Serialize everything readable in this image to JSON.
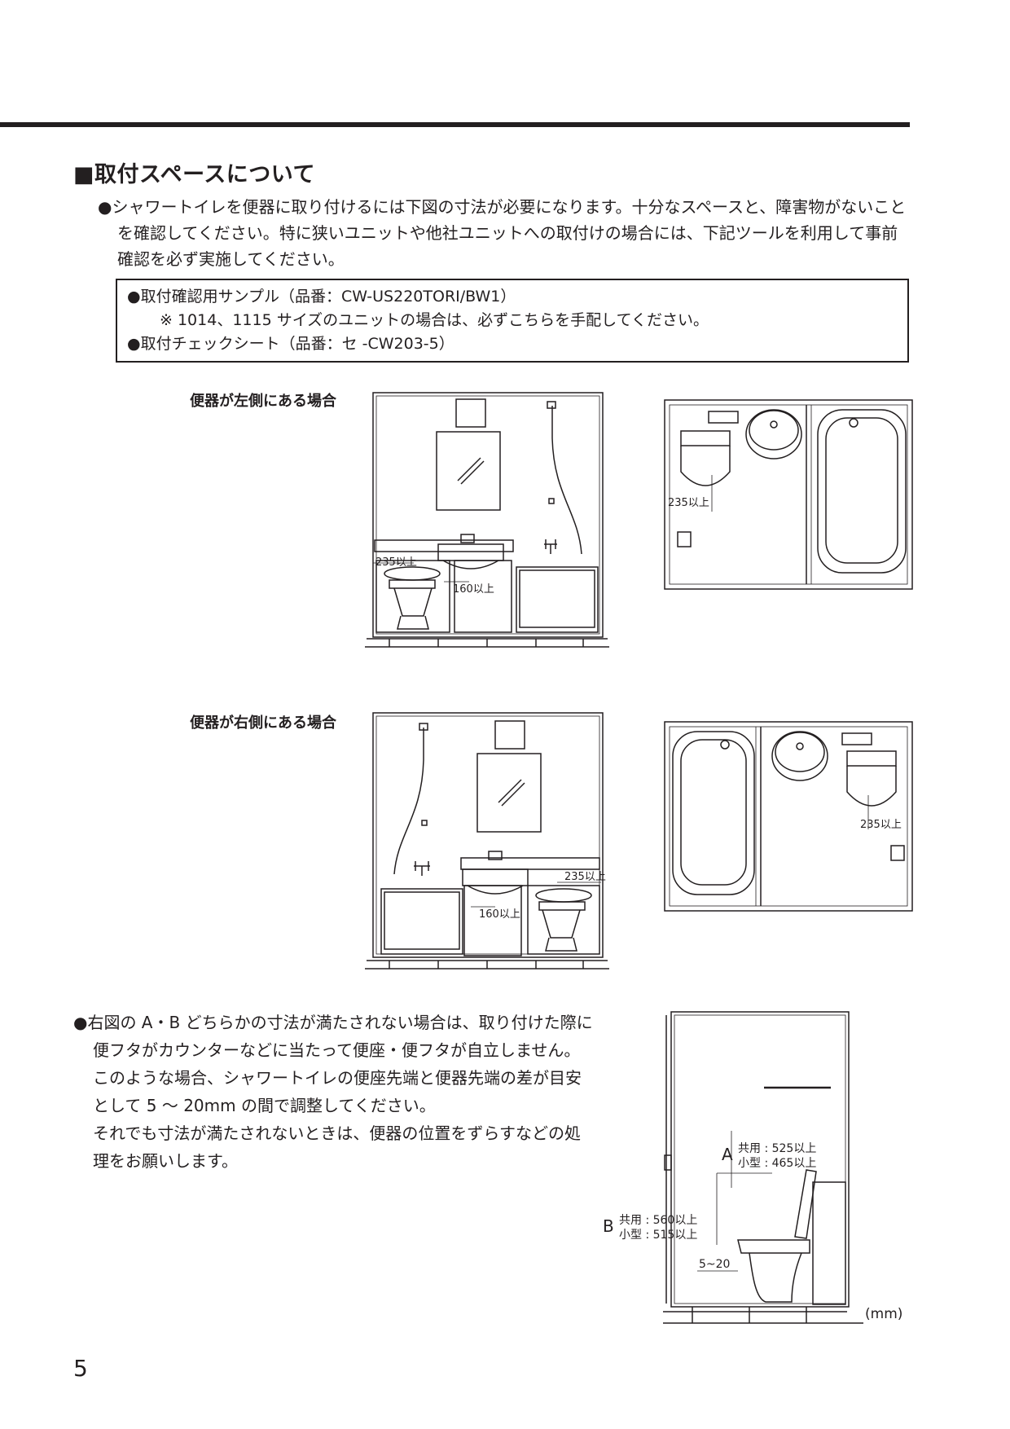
{
  "heading": "■取付スペースについて",
  "intro": {
    "bullet": "●",
    "text": "シャワートイレを便器に取り付けるには下図の寸法が必要になります。十分なスペースと、障害物がないことを確認してください。特に狭いユニットや他社ユニットへの取付けの場合には、下記ツールを利用して事前確認を必ず実施してください。"
  },
  "box": {
    "line1": "●取付確認用サンプル（品番：CW-US220TORI/BW1）",
    "line2": "※ 1014、1115 サイズのユニットの場合は、必ずこちらを手配してください。",
    "line3": "●取付チェックシート（品番：セ -CW203-5）"
  },
  "case_left": {
    "label": "便器が左側にある場合",
    "dim_235": "235以上",
    "dim_160": "160以上",
    "plan_235": "235以上"
  },
  "case_right": {
    "label": "便器が右側にある場合",
    "dim_235": "235以上",
    "dim_160": "160以上",
    "plan_235": "235以上"
  },
  "note": {
    "bullet": "●",
    "para1": "右図の A・B どちらかの寸法が満たされない場合は、取り付けた際に便フタがカウンターなどに当たって便座・便フタが自立しません。",
    "para2": "このような場合、シャワートイレの便座先端と便器先端の差が目安として 5 〜 20mm の間で調整してください。",
    "para3": "それでも寸法が満たされないときは、便器の位置をずらすなどの処理をお願いします。"
  },
  "side": {
    "a_letter": "A",
    "a_common": "共用 : 525以上",
    "a_small": "小型 : 465以上",
    "b_letter": "B",
    "b_common": "共用 : 560以上",
    "b_small": "小型 : 515以上",
    "gap": "5~20",
    "unit": "(mm)"
  },
  "page_number": "5"
}
